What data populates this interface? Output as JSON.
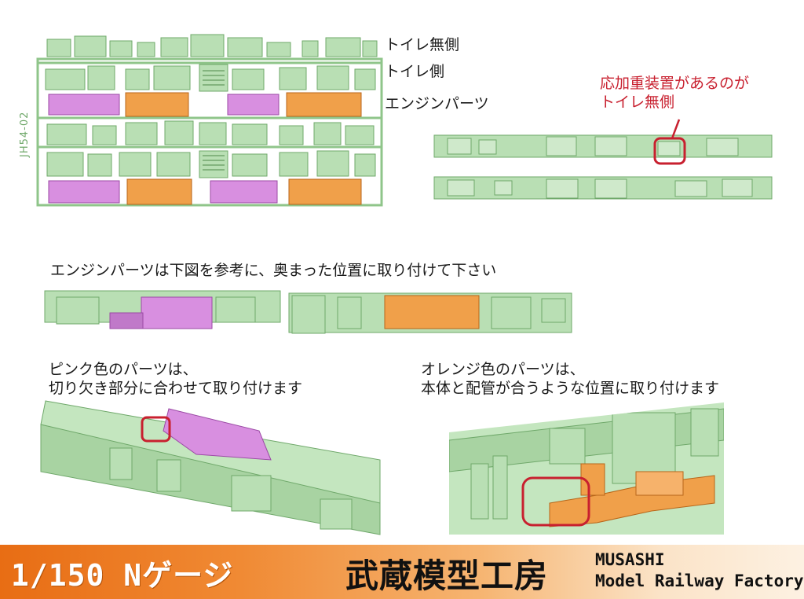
{
  "sprue": {
    "code": "JH54-02",
    "labels": {
      "non_toilet": "トイレ無側",
      "toilet": "トイレ側",
      "engine": "エンジンパーツ"
    }
  },
  "callout": {
    "lines": [
      "応加重装置があるのが",
      "トイレ無側"
    ]
  },
  "assembly_note": "エンジンパーツは下図を参考に、奥まった位置に取り付けて下さい",
  "pink_note": {
    "lines": [
      "ピンク色のパーツは、",
      "切り欠き部分に合わせて取り付けます"
    ]
  },
  "orange_note": {
    "lines": [
      "オレンジ色のパーツは、",
      "本体と配管が合うような位置に取り付けます"
    ]
  },
  "footer": {
    "scale": "1/150 Nゲージ",
    "brand": "武蔵模型工房",
    "brand_en_1": "MUSASHI",
    "brand_en_2": "Model Railway Factory"
  },
  "colors": {
    "part_green": "#b9dfb4",
    "part_green_dark": "#7fb97a",
    "part_pink": "#d88fe0",
    "part_orange": "#f0a04a",
    "callout_red": "#c8202f",
    "footer_orange": "#e86d14"
  }
}
